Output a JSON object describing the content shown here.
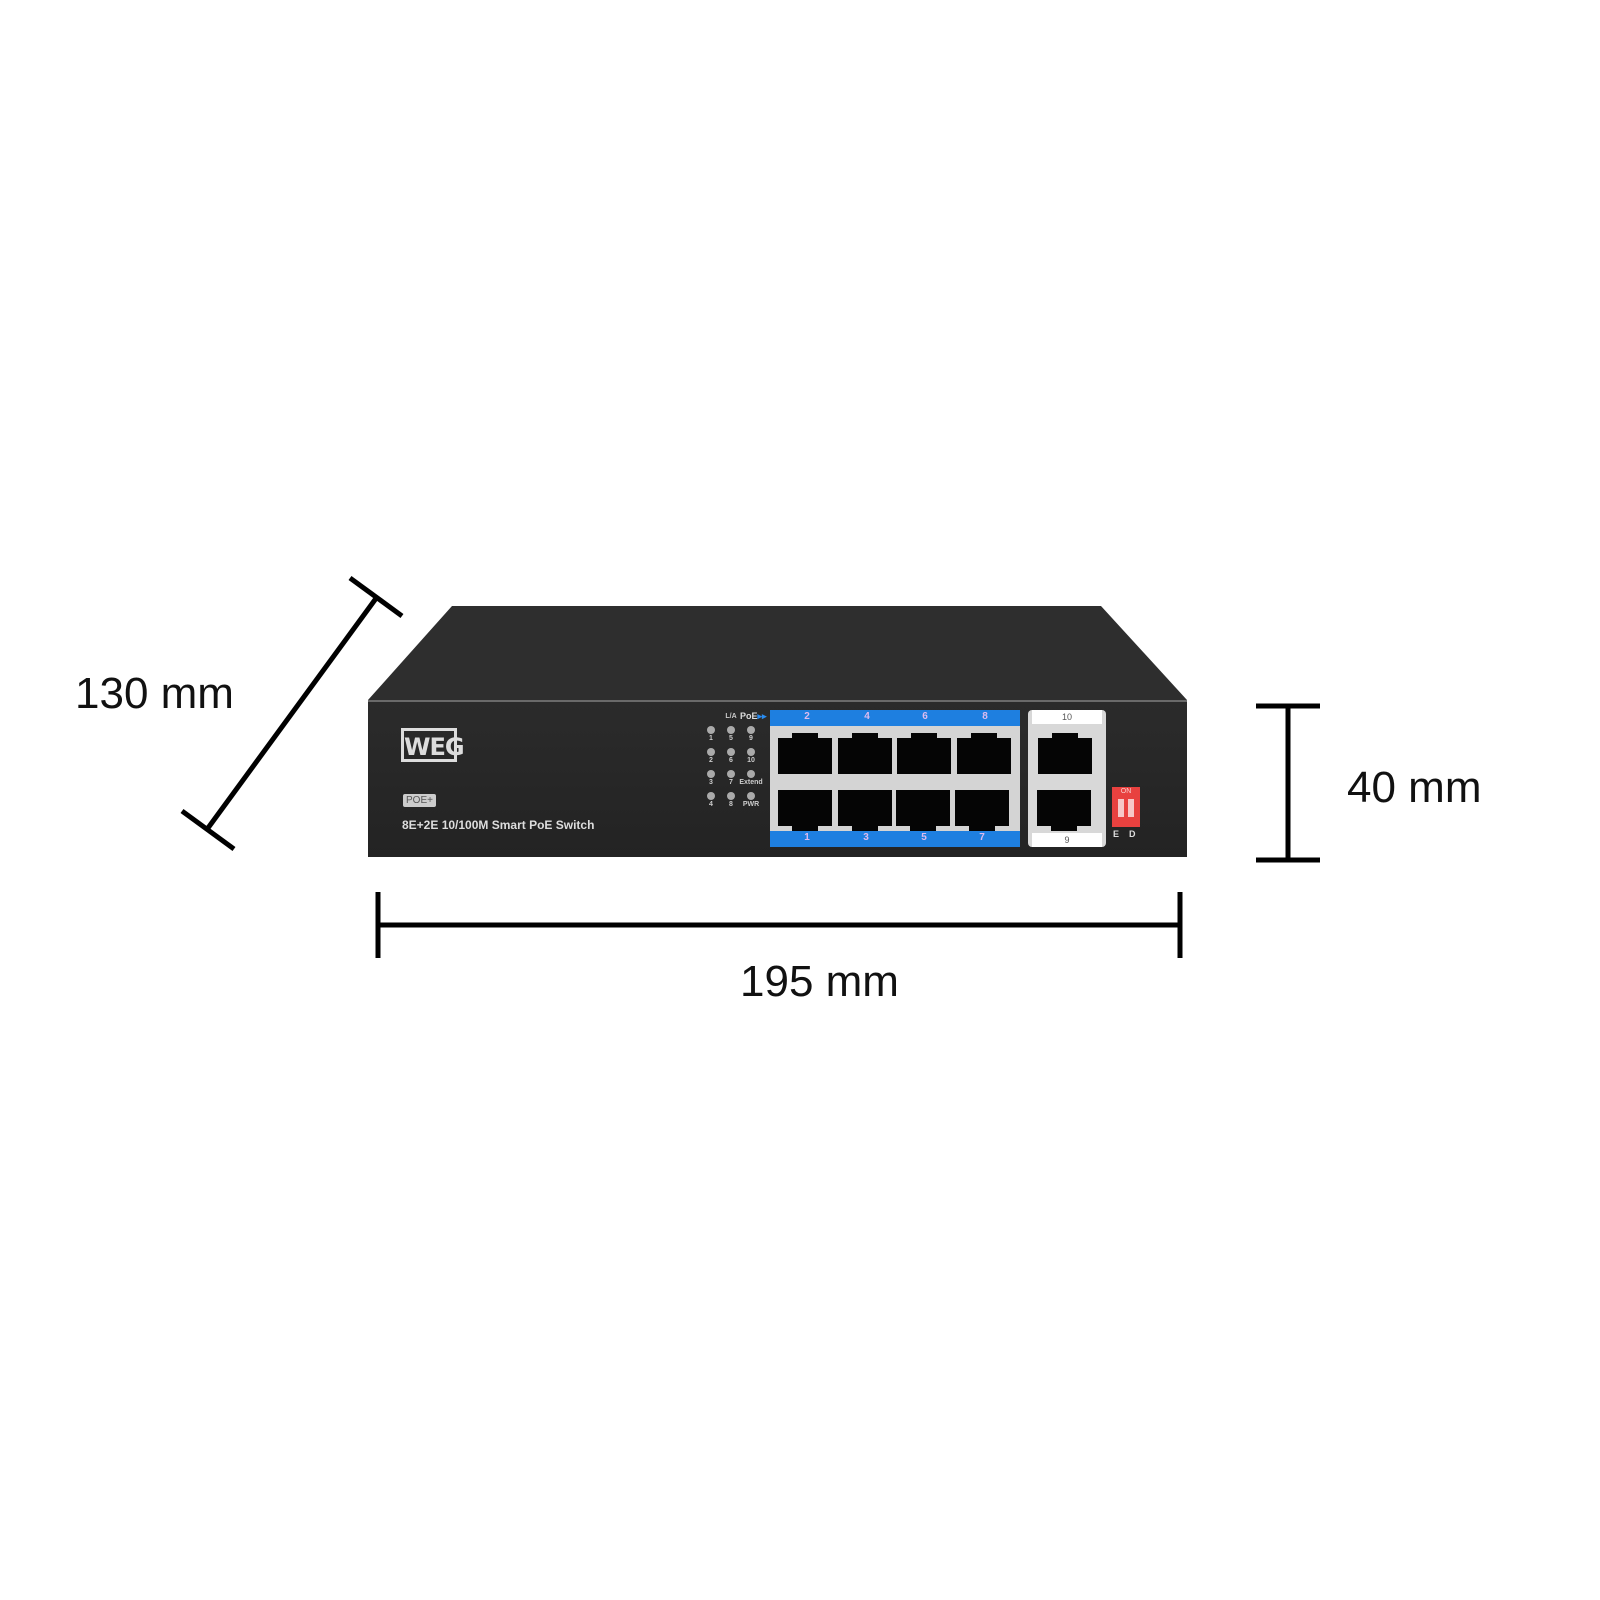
{
  "dimensions": {
    "depth": "130 mm",
    "height": "40 mm",
    "width": "195 mm"
  },
  "device": {
    "brand": "WEG",
    "badge": "POE+",
    "model": "8E+2E  10/100M Smart PoE Switch",
    "poe_label": "PoE",
    "led_header": "L/A",
    "led_labels": [
      "1",
      "5",
      "9",
      "2",
      "6",
      "10",
      "3",
      "7",
      "Extend",
      "4",
      "8",
      "PWR"
    ],
    "top_ports": [
      "2",
      "4",
      "6",
      "8"
    ],
    "bottom_ports": [
      "1",
      "3",
      "5",
      "7"
    ],
    "uplink_top": "10",
    "uplink_bottom": "9",
    "dip_on": "ON",
    "dip_e": "E",
    "dip_d": "D"
  },
  "colors": {
    "body": "#262626",
    "port_strip": "#1e7fe0",
    "dip": "#e8413f"
  }
}
